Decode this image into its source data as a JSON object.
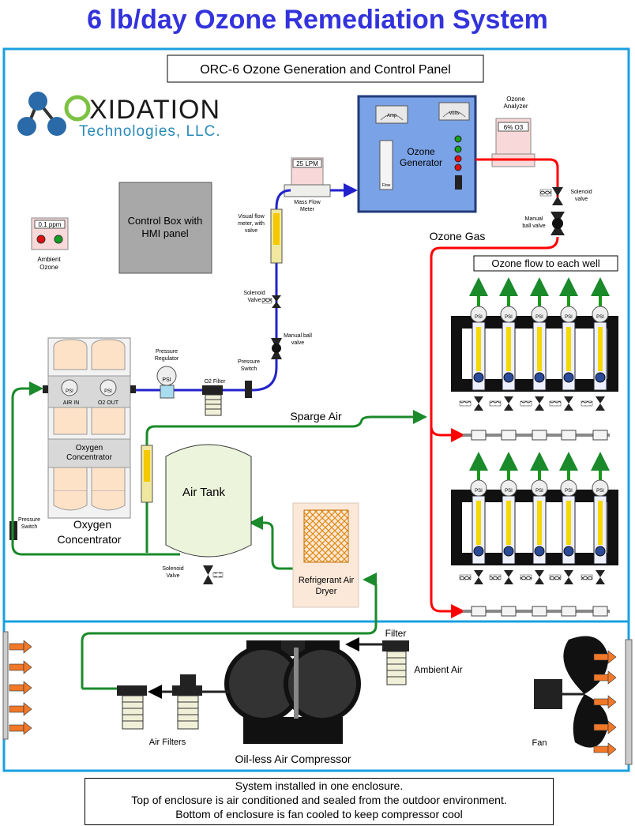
{
  "title": "6 lb/day Ozone Remediation System",
  "panel_title": "ORC-6 Ozone Generation and Control Panel",
  "logo": {
    "word1": "XIDATION",
    "word2": "Technologies, LLC."
  },
  "ambient": {
    "reading": "0.1 ppm",
    "label1": "Ambient",
    "label2": "Ozone"
  },
  "control_box": {
    "line1": "Control Box with",
    "line2": "HMI panel"
  },
  "ozone_generator": {
    "line1": "Ozone",
    "line2": "Generator",
    "amp": "Amp",
    "volts": "Volts",
    "flow": "Flow"
  },
  "ozone_analyzer": {
    "label1": "Ozone",
    "label2": "Analyzer",
    "reading": "6% O3"
  },
  "mass_flow_meter": {
    "reading": "25 LPM",
    "label1": "Mass Flow",
    "label2": "Meter"
  },
  "visual_flow_meter": {
    "line1": "Visual flow",
    "line2": "meter, with",
    "line3": "valve"
  },
  "solenoid_valve_left": {
    "line1": "Solenoid",
    "line2": "Valve"
  },
  "manual_ball_valve_left": {
    "line1": "Manual ball",
    "line2": "valve"
  },
  "solenoid_valve_right": {
    "line1": "Solenoid",
    "line2": "valve"
  },
  "manual_ball_valve_right": {
    "line1": "Manual",
    "line2": "ball valve"
  },
  "ozone_gas": "Ozone Gas",
  "ozone_flow_label": "Ozone flow to each well",
  "pressure_regulator": {
    "line1": "Pressure",
    "line2": "Regulator",
    "gauge": "PSI"
  },
  "o2_filter": "O2 Filter",
  "pressure_switch_top": {
    "line1": "Pressure",
    "line2": "Switch"
  },
  "pressure_switch_left": {
    "line1": "Pressure",
    "line2": "Switch"
  },
  "oxygen_concentrator": {
    "air_in": "AIR IN",
    "o2_out": "O2 OUT",
    "gauge": "PSI",
    "inner1": "Oxygen",
    "inner2": "Concentrator",
    "label1": "Oxygen",
    "label2": "Concentrator"
  },
  "sparge_air": "Sparge Air",
  "air_tank": "Air Tank",
  "tank_solenoid": {
    "line1": "Solenoid",
    "line2": "Valve"
  },
  "air_dryer": {
    "line1": "Refrigerant Air",
    "line2": "Dryer"
  },
  "filter": "Filter",
  "ambient_air": "Ambient Air",
  "air_filters": "Air Filters",
  "compressor": "Oil-less Air Compressor",
  "fan": "Fan",
  "manifold_gauge": "PSI",
  "note": {
    "line1": "System installed in one enclosure.",
    "line2": "Top of enclosure is air conditioned and sealed from the outdoor environment.",
    "line3": "Bottom of enclosure is fan cooled  to keep compressor cool"
  },
  "colors": {
    "title": "#3333dd",
    "enclosure": "#1aa0e0",
    "oxygen_line": "#2222cc",
    "ozone_line": "#ff0000",
    "air_line": "#1a8a2a",
    "generator": "#7aa2e6",
    "cooling_arrow": "#f07828"
  }
}
